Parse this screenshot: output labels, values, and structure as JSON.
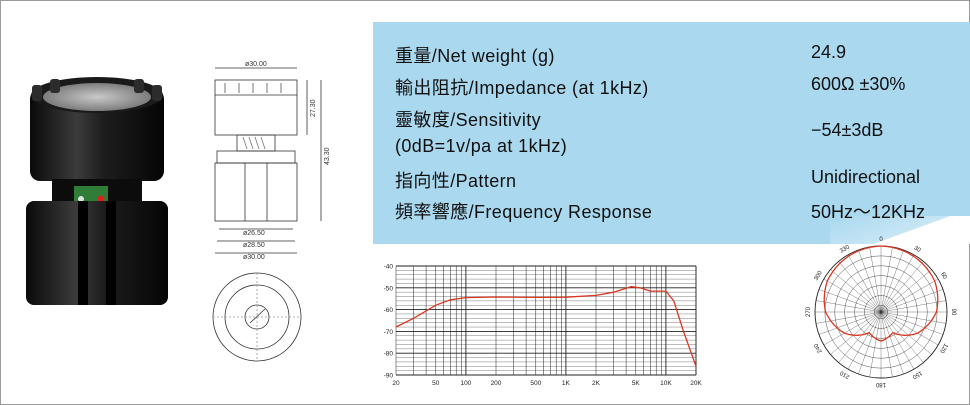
{
  "specs": [
    {
      "label": "重量/Net weight (g)",
      "value": "24.9"
    },
    {
      "label": "輸出阻抗/Impedance (at 1kHz)",
      "value": "600Ω ±30%"
    },
    {
      "label": "靈敏度/Sensitivity",
      "label2": "(0dB=1v/pa at 1kHz)",
      "value": "−54±3dB"
    },
    {
      "label": "指向性/Pattern",
      "value": "Unidirectional"
    },
    {
      "label": "頻率響應/Frequency Response",
      "value": "50Hz～12KHz"
    }
  ],
  "dimensions": {
    "top_width": "ø30.00",
    "upper_height": "27.30",
    "total_height": "43.30",
    "d1": "ø26.50",
    "d2": "ø28.50",
    "d3": "ø30.00"
  },
  "colors": {
    "panel": "#a9d8ef",
    "response_curve": "#d9371f",
    "grid": "#222222"
  },
  "chart_data": [
    {
      "type": "line",
      "title": "",
      "xlabel": "",
      "ylabel": "",
      "x_scale": "log",
      "x_tick_labels": [
        "20",
        "50",
        "100",
        "200",
        "500",
        "1K",
        "2K",
        "5K",
        "10K",
        "20K"
      ],
      "y_tick_labels": [
        "-40",
        "-50",
        "-60",
        "-70",
        "-80",
        "-90"
      ],
      "ylim": [
        -90,
        -40
      ],
      "xlim": [
        20,
        20000
      ],
      "grid": true,
      "series": [
        {
          "values": [
            {
              "x": 20,
              "y": -68
            },
            {
              "x": 30,
              "y": -64
            },
            {
              "x": 50,
              "y": -58
            },
            {
              "x": 70,
              "y": -55.5
            },
            {
              "x": 100,
              "y": -54.5
            },
            {
              "x": 200,
              "y": -54.2
            },
            {
              "x": 500,
              "y": -54.4
            },
            {
              "x": 1000,
              "y": -54.3
            },
            {
              "x": 2000,
              "y": -53.5
            },
            {
              "x": 3000,
              "y": -52
            },
            {
              "x": 4500,
              "y": -49.5
            },
            {
              "x": 5500,
              "y": -50
            },
            {
              "x": 7000,
              "y": -51.5
            },
            {
              "x": 10000,
              "y": -51.5
            },
            {
              "x": 12000,
              "y": -56
            },
            {
              "x": 15000,
              "y": -70
            },
            {
              "x": 20000,
              "y": -86
            }
          ]
        }
      ]
    },
    {
      "type": "polar",
      "angle_labels": [
        "0",
        "30",
        "60",
        "90",
        "120",
        "150",
        "180",
        "210",
        "240",
        "270",
        "300",
        "330"
      ],
      "series": [
        {
          "values": [
            {
              "angle": 0,
              "db": 0
            },
            {
              "angle": 30,
              "db": -0.5
            },
            {
              "angle": 60,
              "db": -1.5
            },
            {
              "angle": 90,
              "db": -4
            },
            {
              "angle": 120,
              "db": -9
            },
            {
              "angle": 150,
              "db": -16
            },
            {
              "angle": 180,
              "db": -14
            },
            {
              "angle": 210,
              "db": -16
            },
            {
              "angle": 240,
              "db": -9
            },
            {
              "angle": 270,
              "db": -4
            },
            {
              "angle": 300,
              "db": -1.5
            },
            {
              "angle": 330,
              "db": -0.5
            }
          ]
        }
      ]
    }
  ]
}
